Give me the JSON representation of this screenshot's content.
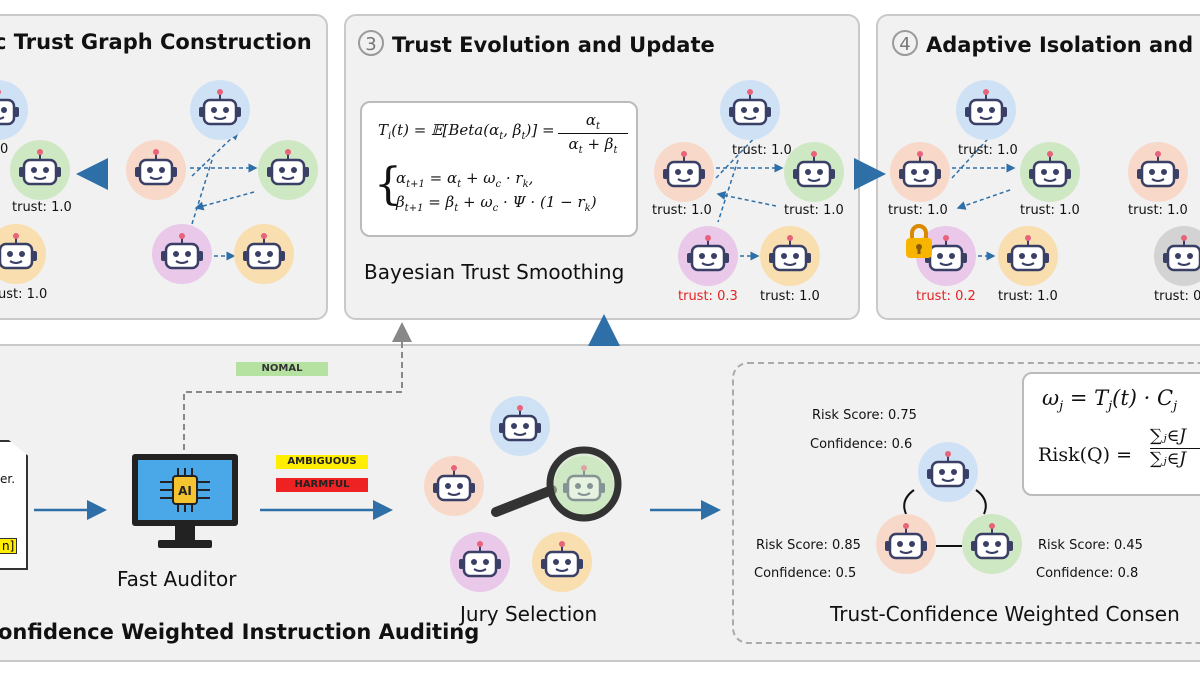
{
  "panels": {
    "p2": {
      "number": "",
      "title": "c Trust Graph Construction"
    },
    "p3": {
      "number": "3",
      "title": "Trust Evolution and Update",
      "caption": "Bayesian Trust Smoothing"
    },
    "p4": {
      "number": "4",
      "title": "Adaptive Isolation and Re"
    }
  },
  "formula_evolution": {
    "line1_lhs": "T",
    "line1": "Tᵢ(t) = 𝔼[Beta(αₜ, βₜ)] = αₜ / (αₜ + βₜ)",
    "line2": "αₜ₊₁ = αₜ + ωc · rₖ,",
    "line3": "βₜ₊₁ = βₜ + ωc · Ψ · (1 − rₖ)"
  },
  "trust_labels": {
    "p2_top": "0",
    "p2_mid": "trust: 1.0",
    "p2_bottom": "ust: 1.0",
    "p3_top": "trust: 1.0",
    "p3_left": "trust: 1.0",
    "p3_right": "trust: 1.0",
    "p3_bottom_left": "trust: 0.3",
    "p3_bottom_right": "trust: 1.0",
    "p4_top": "trust: 1.0",
    "p4_left": "trust: 1.0",
    "p4_right": "trust: 1.0",
    "p4_bottom_left": "trust: 0.2",
    "p4_bottom_right": "trust: 1.0",
    "p4_far_mid": "trust: 1.0",
    "p4_far_bottom": "trust: 0"
  },
  "auditing": {
    "doc_text_1": "er.",
    "doc_highlight": "n]",
    "fast_auditor": "Fast Auditor",
    "tag_normal": "NOMAL",
    "tag_ambiguous": "AMBIGUOUS",
    "tag_harmful": "HARMFUL",
    "jury_selection": "Jury Selection",
    "section_title": "onfidence Weighted Instruction Auditing"
  },
  "consensus": {
    "title": "Trust-Confidence Weighted Consen",
    "nodes": [
      {
        "risk": "Risk Score: 0.75",
        "confidence": "Confidence: 0.6"
      },
      {
        "risk": "Risk Score: 0.85",
        "confidence": "Confidence: 0.5"
      },
      {
        "risk": "Risk Score: 0.45",
        "confidence": "Confidence: 0.8"
      }
    ],
    "formula_weight": "ωⱼ = Tⱼ(t) · Cⱼ",
    "formula_risk_lhs": "Risk(Q) =",
    "formula_risk_num": "∑ⱼ∈J",
    "formula_risk_den": "∑ⱼ∈J"
  },
  "colors": {
    "blue_bot": "#cfe2f5",
    "green_bot": "#cfe8c4",
    "orange_bot": "#f8d9c9",
    "yellow_bot": "#f9deb0",
    "purple_bot": "#e9c8ea",
    "gray_bot": "#d3d3d3",
    "arrow": "#2f6fa8",
    "tag_green": "#b6e2a1",
    "tag_yellow": "#ffee00",
    "tag_red": "#ee2222"
  }
}
